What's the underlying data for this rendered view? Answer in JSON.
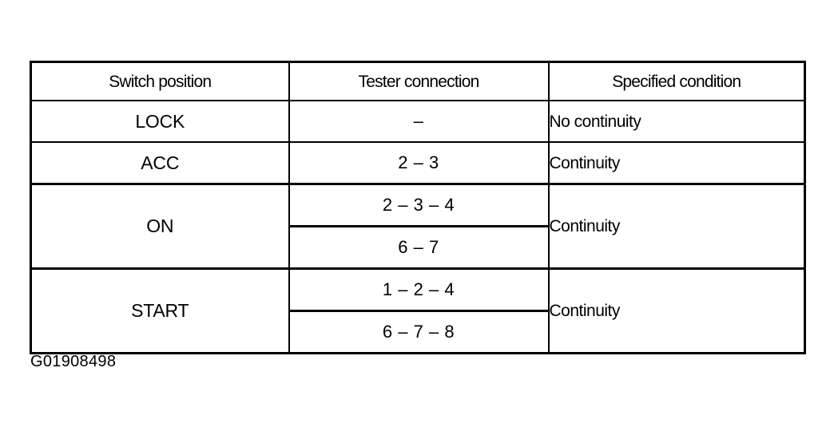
{
  "document": {
    "caption": "G01908498",
    "colors": {
      "background": "#ffffff",
      "ink": "#000000",
      "border": "#000000"
    }
  },
  "table": {
    "headers": [
      "Switch position",
      "Tester connection",
      "Specified condition"
    ],
    "rows": [
      {
        "switch_position": "LOCK",
        "tester_connection": [
          "–"
        ],
        "specified_condition": "No continuity"
      },
      {
        "switch_position": "ACC",
        "tester_connection": [
          "2 – 3"
        ],
        "specified_condition": "Continuity"
      },
      {
        "switch_position": "ON",
        "tester_connection": [
          "2 – 3 – 4",
          "6 – 7"
        ],
        "specified_condition": "Continuity"
      },
      {
        "switch_position": "START",
        "tester_connection": [
          "1 – 2 – 4",
          "6 – 7 – 8"
        ],
        "specified_condition": "Continuity"
      }
    ]
  }
}
